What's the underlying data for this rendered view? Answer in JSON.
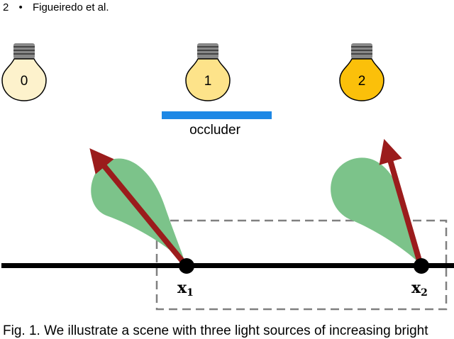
{
  "header": {
    "page_number": "2",
    "bullet": "•",
    "authors": "Figueiredo et al."
  },
  "lights": [
    {
      "label": "0",
      "color": "#FDF2CC"
    },
    {
      "label": "1",
      "color": "#FDE38A"
    },
    {
      "label": "2",
      "color": "#FBC00A"
    }
  ],
  "occluder": {
    "label": "occluder",
    "color": "#1E88E5"
  },
  "points": [
    {
      "symbol": "x",
      "subscript": "1"
    },
    {
      "symbol": "x",
      "subscript": "2"
    }
  ],
  "colors": {
    "lobe": "#7CC38A",
    "arrow": "#9B1C1C",
    "ground": "#000000",
    "dashed_box": "#808080"
  },
  "caption": "Fig. 1. We illustrate a scene with three light sources of increasing bright"
}
